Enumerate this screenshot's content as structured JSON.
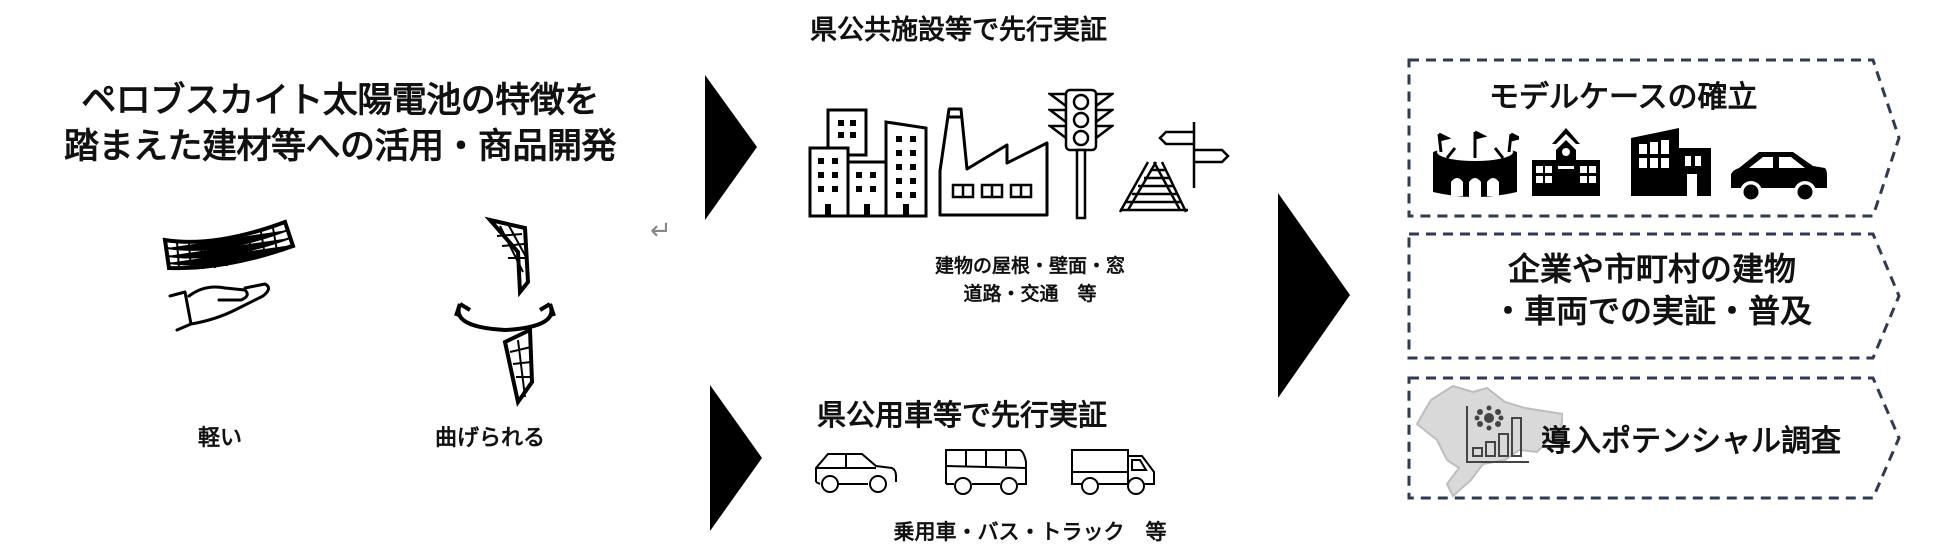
{
  "left": {
    "title_line1": "ペロブスカイト太陽電池の特徴を",
    "title_line2": "踏まえた建材等への活用・商品開発",
    "features": [
      {
        "label": "軽い",
        "icon": "lightweight-panel-on-hand-icon"
      },
      {
        "label": "曲げられる",
        "icon": "flexible-twisting-panel-icon"
      }
    ],
    "return_glyph": "↵"
  },
  "middle": {
    "facilities": {
      "title": "県公共施設等で先行実証",
      "icons": [
        "office-buildings-icon",
        "factory-icon",
        "traffic-light-icon",
        "railway-signpost-icon"
      ],
      "caption_line1": "建物の屋根・壁面・窓",
      "caption_line2": "道路・交通　等"
    },
    "vehicles": {
      "title": "県公用車等で先行実証",
      "icons": [
        "passenger-car-icon",
        "bus-icon",
        "truck-icon"
      ],
      "caption": "乗用車・バス・トラック　等"
    }
  },
  "right": {
    "panels": [
      {
        "title": "モデルケースの確立",
        "icons": [
          "stadium-icon",
          "school-icon",
          "factory-building-icon",
          "car-icon"
        ]
      },
      {
        "line1": "企業や市町村の建物",
        "line2": "・車両での実証・普及"
      },
      {
        "title": "導入ポテンシャル調査",
        "icons": [
          "prefecture-map-icon",
          "bar-chart-icon"
        ]
      }
    ],
    "border_color": "#2e3b55"
  },
  "colors": {
    "text": "#111111",
    "arrow": "#000000",
    "map_fill": "#d9d9d9",
    "return_glyph": "#888888"
  }
}
